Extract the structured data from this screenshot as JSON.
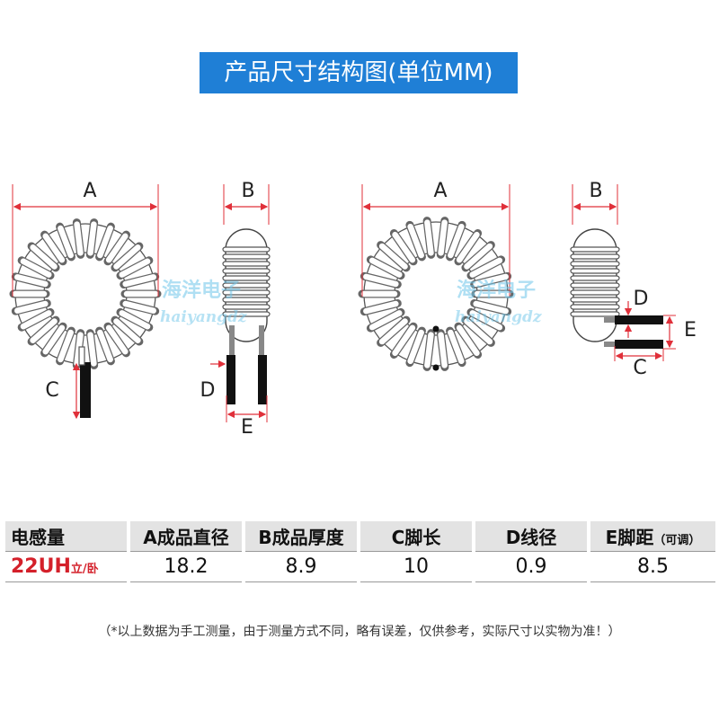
{
  "title": "产品尺寸结构图(单位MM)",
  "labels": {
    "A": "A",
    "B": "B",
    "C": "C",
    "D": "D",
    "E": "E"
  },
  "watermark": {
    "cn": "海洋电子",
    "en": "haiyangdz"
  },
  "table": {
    "headers": [
      "电感量",
      "A成品直径",
      "B成品厚度",
      "C脚长",
      "D线径",
      "E脚距"
    ],
    "header_note": "（可调）",
    "values": [
      "22UH",
      "18.2",
      "8.9",
      "10",
      "0.9",
      "8.5"
    ],
    "value_note": "立/卧"
  },
  "note": "（*以上数据为手工测量，由于测量方式不同，略有误差，仅供参考，实际尺寸以实物为准！）",
  "colors": {
    "title_bg": "#1f7fd6",
    "dimension_line": "#e0303a",
    "value_accent": "#d4202a"
  }
}
